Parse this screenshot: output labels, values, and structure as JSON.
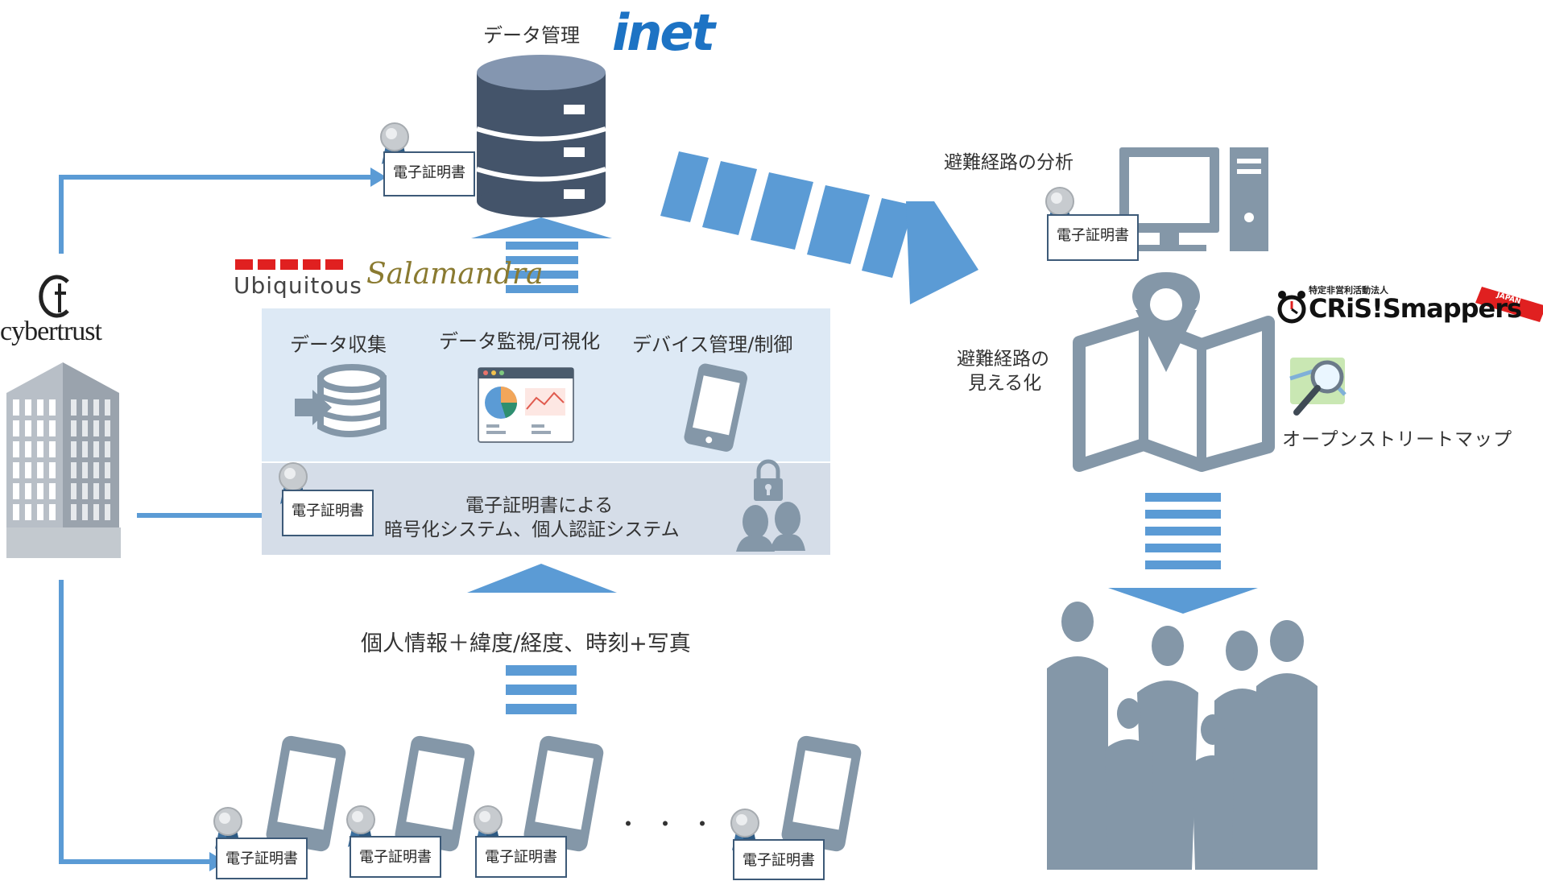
{
  "top": {
    "data_management": "データ管理",
    "inet_logo": "inet"
  },
  "logos": {
    "ubiquitous": "Ubiquitous",
    "salamandra": "Salamandra",
    "cybertrust": "cybertrust",
    "crisis_mappers_small": "特定非営利活動法人",
    "crisis_mappers": "CRiS!Smappers",
    "crisis_japan": "JAPAN"
  },
  "platform": {
    "collect": "データ収集",
    "monitor": "データ監視/可視化",
    "device": "デバイス管理/制御",
    "security_line1": "電子証明書による",
    "security_line2": "暗号化システム、個人認証システム"
  },
  "cert_label": "電子証明書",
  "input_label": "個人情報＋緯度/経度、時刻+写真",
  "ellipsis": "・・・",
  "right": {
    "route_analysis": "避難経路の分析",
    "route_visual_line1": "避難経路の",
    "route_visual_line2": "見える化",
    "osm": "オープンストリートマップ"
  },
  "colors": {
    "arrow_blue": "#5b9bd5",
    "db_dark": "#44546a",
    "icon_gray": "#8497a8",
    "panel_top": "#dde9f5",
    "panel_bottom": "#d5dde8",
    "cert_border": "#3d5a78",
    "ubiquitous_red": "#e02020"
  }
}
